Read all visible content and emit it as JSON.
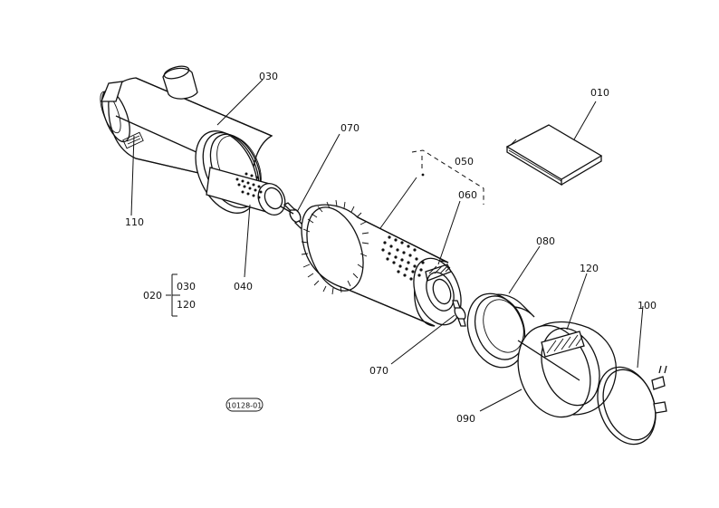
{
  "part_labels": {
    "p010": "010",
    "p020": "020",
    "p030": "030",
    "p030_sub": "030",
    "p040": "040",
    "p050": "050",
    "p060": "060",
    "p070_top": "070",
    "p070_bottom": "070",
    "p080": "080",
    "p090": "090",
    "p100": "100",
    "p110": "110",
    "p120": "120",
    "p120_sub": "120"
  },
  "drawing_code": "10128-01"
}
